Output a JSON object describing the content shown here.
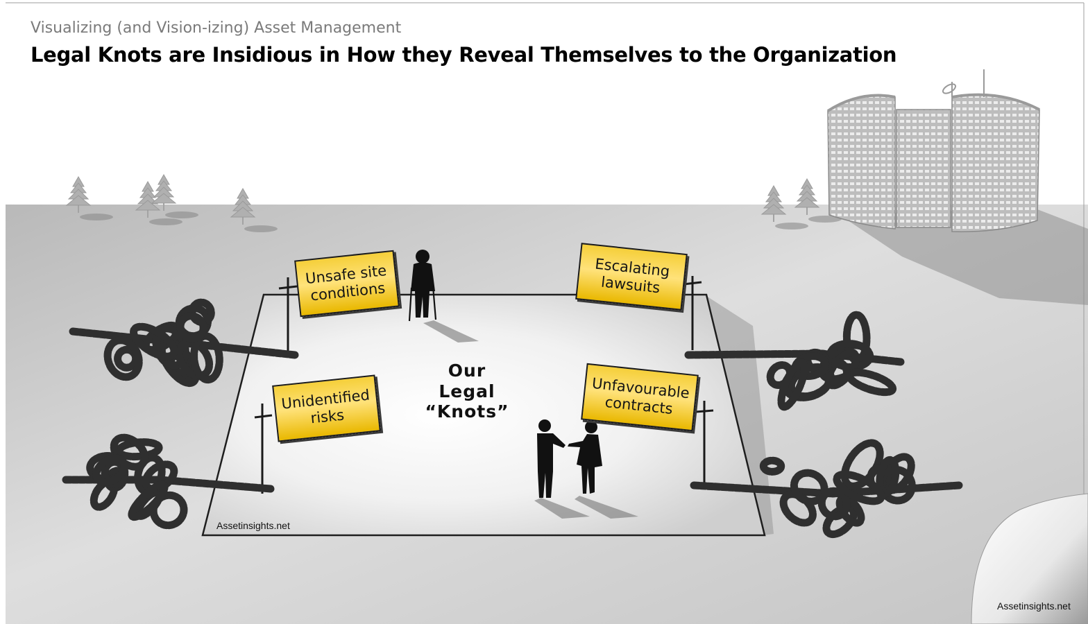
{
  "header": {
    "subtitle": "Visualizing (and Vision-izing) Asset Management",
    "title": "Legal Knots are Insidious in How they Reveal Themselves to the Organization"
  },
  "signs": {
    "unsafe_site": "Unsafe site\nconditions",
    "escalating": "Escalating\nlawsuits",
    "unidentified": "Unidentified\nrisks",
    "unfavourable": "Unfavourable\ncontracts"
  },
  "center_label": "Our\nLegal\n“Knots”",
  "credits": {
    "board": "Assetinsights.net",
    "page": "Assetinsights.net"
  },
  "icons": [
    "tree-icon",
    "office-building-icon",
    "rope-knot-icon",
    "person-on-crutches-icon",
    "handshake-icon"
  ],
  "colors": {
    "sign_yellow": "#f5cf3a",
    "ground_gray": "#d4d4d4",
    "rope_dark": "#333333"
  }
}
